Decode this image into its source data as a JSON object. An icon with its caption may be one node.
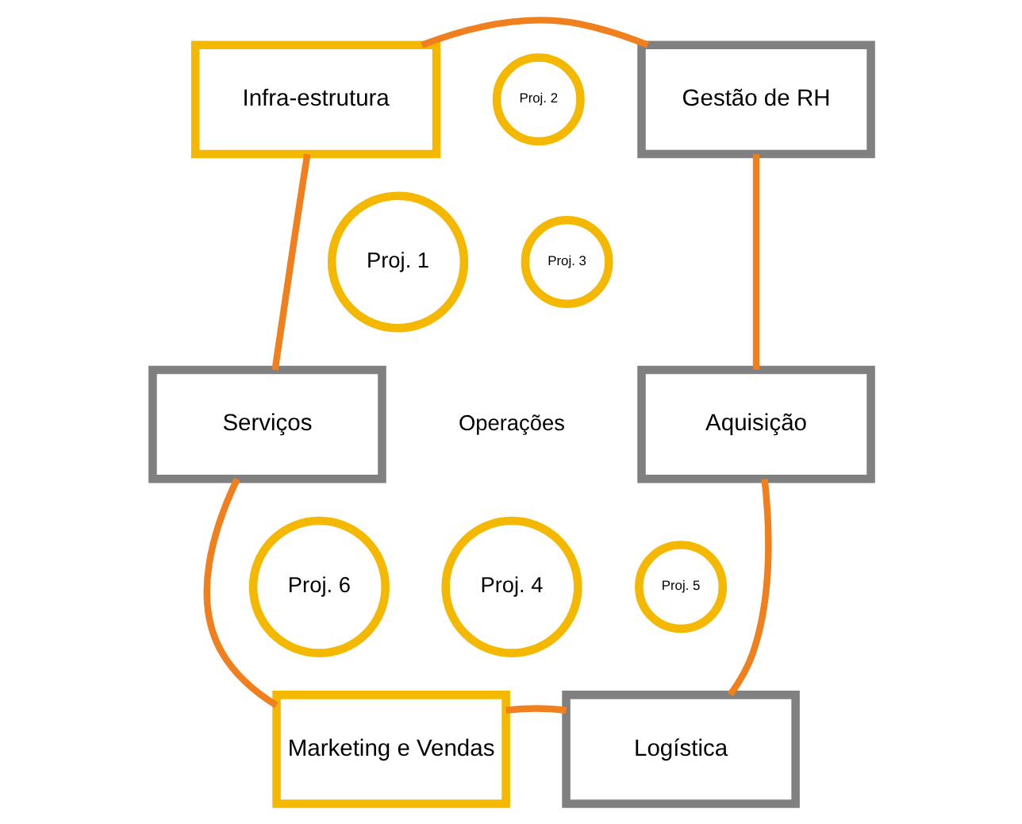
{
  "diagram": {
    "nodes": [
      {
        "text": [
          "Infra-estrutura"
        ]
      },
      {
        "text": [
          "Gestão de RH"
        ]
      },
      {
        "text": [
          "Aquisição"
        ]
      },
      {
        "text": [
          "Logística"
        ]
      },
      {
        "text": [
          "Marketing e Vendas"
        ]
      },
      {
        "text": [
          "Serviços"
        ]
      },
      {
        "text": [
          "Proj. 1"
        ]
      },
      {
        "text": [
          "Proj. 2"
        ]
      },
      {
        "text": [
          "Proj. 3"
        ]
      },
      {
        "text": [
          "Proj. 4"
        ]
      },
      {
        "text": [
          "Proj. 5"
        ]
      },
      {
        "text": [
          "Proj. 6"
        ]
      }
    ],
    "edges": [
      {
        "from": 0,
        "to": 1,
        "arrow": "none"
      },
      {
        "from": 1,
        "to": 2,
        "arrow": "none"
      },
      {
        "from": 2,
        "to": 3,
        "arrow": "none"
      },
      {
        "from": 3,
        "to": 4,
        "arrow": "none"
      },
      {
        "from": 4,
        "to": 5,
        "arrow": "none"
      },
      {
        "from": 5,
        "to": 0,
        "arrow": "none"
      }
    ],
    "labels": [
      "Operações"
    ]
  }
}
